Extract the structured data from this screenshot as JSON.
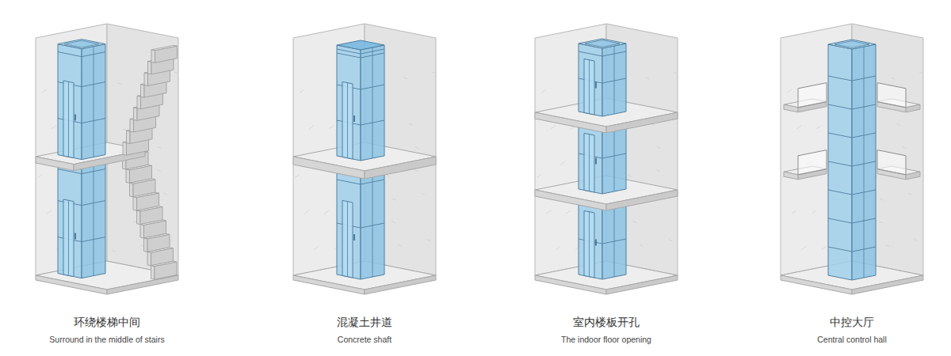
{
  "diagram": {
    "labels": [
      "环绕楼梯中间",
      "Surround in the middle of stairs",
      "混凝土井道",
      "Concrete shaft",
      "室内楼板开孔",
      "The indoor floor opening",
      "中控大厅",
      "Central control hall"
    ]
  }
}
